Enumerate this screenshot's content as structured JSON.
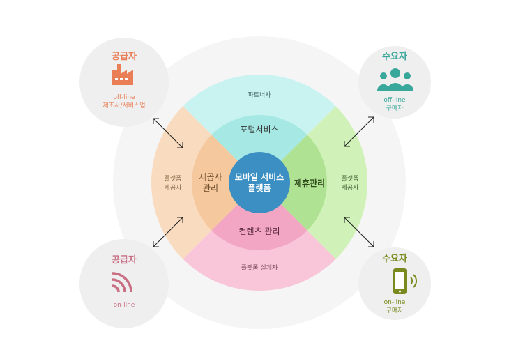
{
  "colors": {
    "supplier_orange": "#e97e57",
    "supplier_pink": "#c96f84",
    "buyer_teal": "#3aa79b",
    "buyer_green": "#7a8a1f",
    "quad_top": "#c8f3f1",
    "quad_left": "#f9dcbf",
    "quad_right": "#d0f2b8",
    "quad_bottom": "#f8c6d8",
    "center_blue": "#3c8fc2",
    "corner_bg": "#efefef"
  },
  "center": {
    "line1": "모바일 서비스",
    "line2": "플랫폼"
  },
  "inner": {
    "top": "포털서비스",
    "left_line1": "제공사",
    "left_line2": "관리",
    "right": "제휴관리",
    "bottom": "컨텐츠 관리"
  },
  "outer": {
    "top": "파트너사",
    "left_line1": "플랫폼",
    "left_line2": "제공사",
    "right_line1": "플랫폼",
    "right_line2": "제공사",
    "bottom": "플랫폼 설계자"
  },
  "corners": {
    "top_left": {
      "title": "공급자",
      "sub1": "off-line",
      "sub2": "제조사/서비스업",
      "icon": "factory-icon"
    },
    "top_right": {
      "title": "수요자",
      "sub1": "off-line",
      "sub2": "구매자",
      "icon": "people-icon"
    },
    "bottom_left": {
      "title": "공급자",
      "sub1": "on-line",
      "icon": "signal-icon"
    },
    "bottom_right": {
      "title": "수요자",
      "sub1": "on-line",
      "sub2": "구매자",
      "icon": "mobile-phone-icon"
    }
  }
}
